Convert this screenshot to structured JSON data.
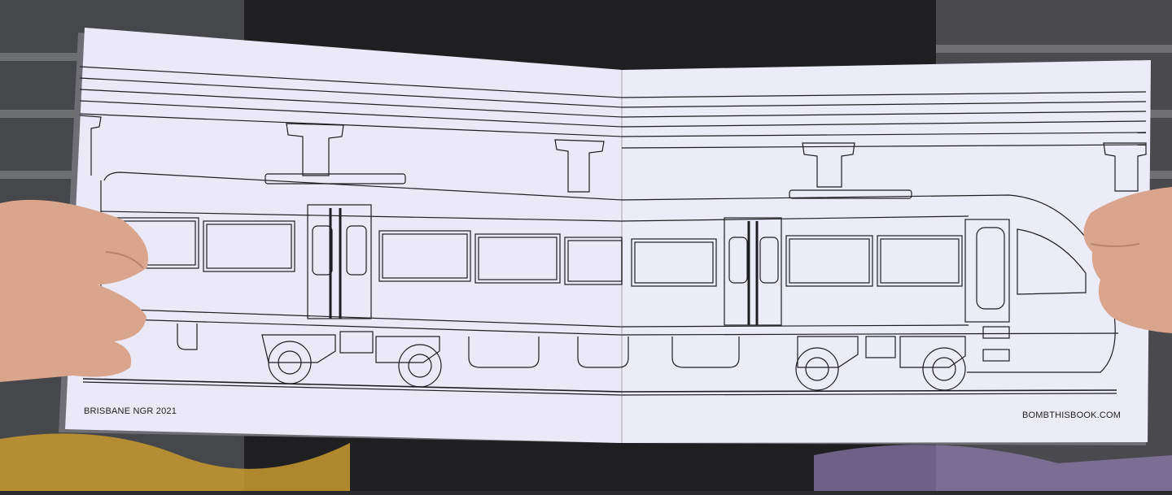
{
  "book": {
    "left_caption": "BRISBANE NGR 2021",
    "right_caption": "BOMBTHISBOOK.COM"
  },
  "illustration": {
    "subject": "train-line-drawing",
    "colors": {
      "page": "#eceaf7",
      "line": "#1e1e22",
      "background": "#2b2b2d",
      "skin": "#d9a58c"
    }
  }
}
